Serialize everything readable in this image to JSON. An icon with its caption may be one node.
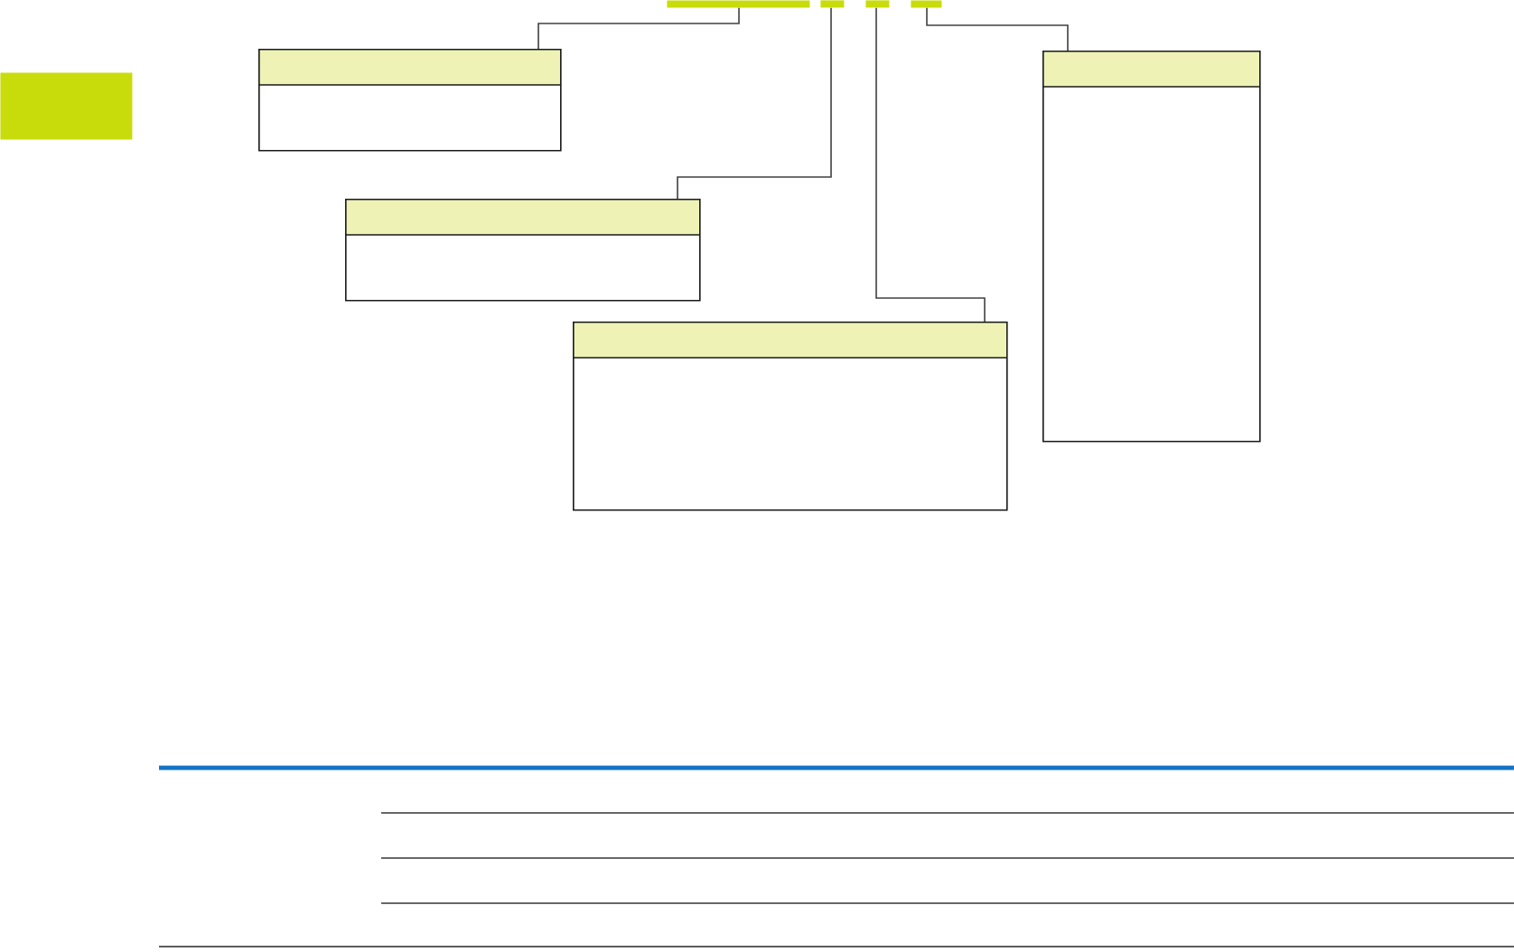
{
  "diagram": {
    "nodes": [
      {
        "text": [],
        "shape": "bar"
      },
      {
        "text": [],
        "shape": "bar"
      },
      {
        "text": [],
        "shape": "bar"
      },
      {
        "text": [],
        "shape": "bar"
      },
      {
        "text": [],
        "shape": "box"
      },
      {
        "text": [],
        "shape": "box"
      },
      {
        "text": [],
        "shape": "box"
      },
      {
        "text": [],
        "shape": "box"
      },
      {
        "text": [],
        "shape": "rectangle"
      }
    ],
    "edges": [
      {
        "from": 0,
        "to": 4,
        "arrow": "none"
      },
      {
        "from": 1,
        "to": 5,
        "arrow": "none"
      },
      {
        "from": 2,
        "to": 6,
        "arrow": "none"
      },
      {
        "from": 3,
        "to": 7,
        "arrow": "none"
      }
    ]
  }
}
